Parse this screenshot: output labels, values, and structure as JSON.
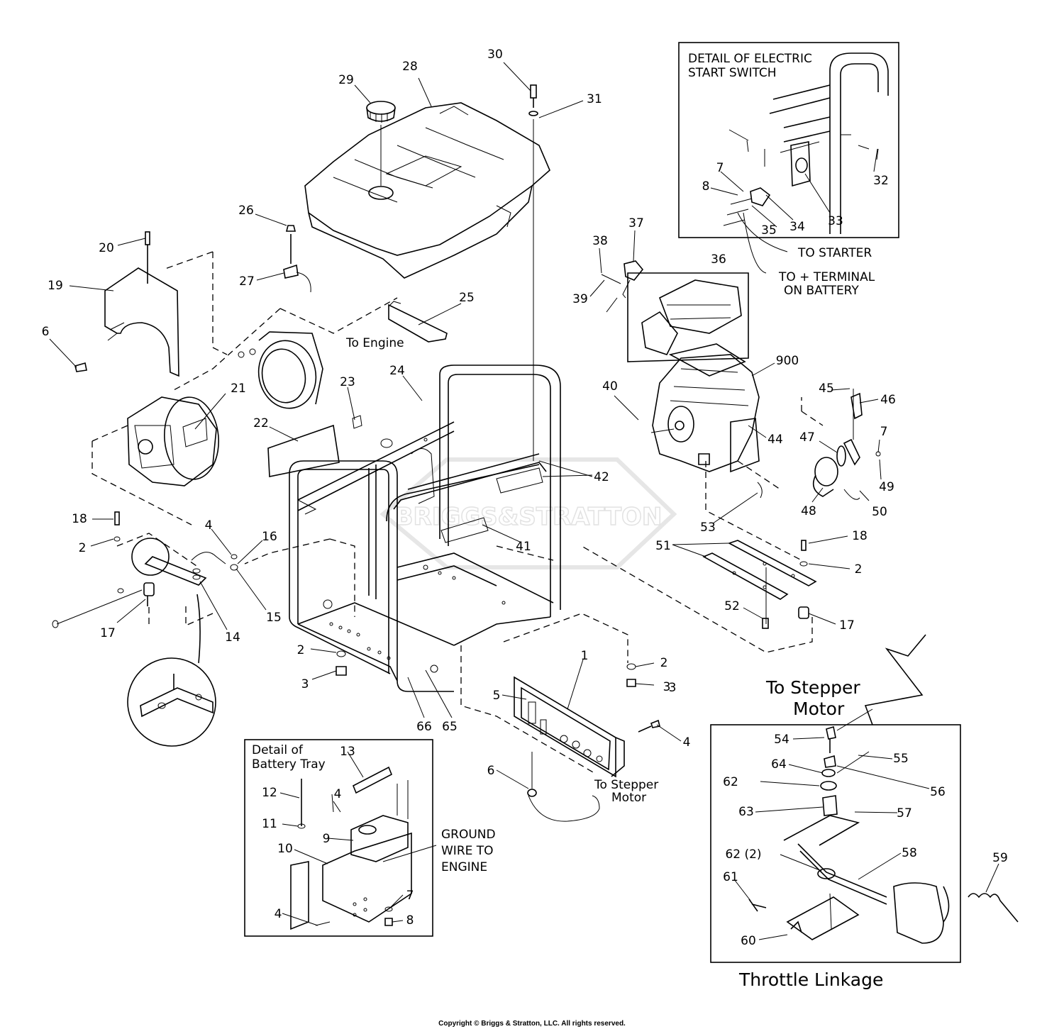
{
  "diagram": {
    "copyright": "Copyright © Briggs & Stratton, LLC. All rights reserved.",
    "watermark": "BRIGGS&STRATTON",
    "insets": {
      "electric_start": {
        "title_line1": "DETAIL OF ELECTRIC",
        "title_line2": "START SWITCH"
      },
      "battery_tray": {
        "title_line1": "Detail of",
        "title_line2": "Battery Tray"
      },
      "throttle": {
        "title": "Throttle Linkage"
      }
    },
    "callouts": {
      "to_engine": "To Engine",
      "to_starter": "TO STARTER",
      "to_terminal_line1": "TO + TERMINAL",
      "to_terminal_line2": "ON BATTERY",
      "to_stepper_small_line1": "To Stepper",
      "to_stepper_small_line2": "Motor",
      "to_stepper_big_line1": "To Stepper",
      "to_stepper_big_line2": "Motor",
      "ground_line1": "GROUND",
      "ground_line2": "WIRE TO",
      "ground_line3": "ENGINE"
    },
    "parts": [
      {
        "id": "p30",
        "label": "30"
      },
      {
        "id": "p31",
        "label": "31"
      },
      {
        "id": "p28",
        "label": "28"
      },
      {
        "id": "p29",
        "label": "29"
      },
      {
        "id": "p26",
        "label": "26"
      },
      {
        "id": "p27",
        "label": "27"
      },
      {
        "id": "p20",
        "label": "20"
      },
      {
        "id": "p19",
        "label": "19"
      },
      {
        "id": "p6a",
        "label": "6"
      },
      {
        "id": "p25",
        "label": "25"
      },
      {
        "id": "p24",
        "label": "24"
      },
      {
        "id": "p23",
        "label": "23"
      },
      {
        "id": "p22",
        "label": "22"
      },
      {
        "id": "p21",
        "label": "21"
      },
      {
        "id": "p18a",
        "label": "18"
      },
      {
        "id": "p2a",
        "label": "2"
      },
      {
        "id": "p4a",
        "label": "4"
      },
      {
        "id": "p16",
        "label": "16"
      },
      {
        "id": "p15",
        "label": "15"
      },
      {
        "id": "p14",
        "label": "14"
      },
      {
        "id": "p17a",
        "label": "17"
      },
      {
        "id": "p2b",
        "label": "2"
      },
      {
        "id": "p3a",
        "label": "3"
      },
      {
        "id": "p66",
        "label": "66"
      },
      {
        "id": "p65",
        "label": "65"
      },
      {
        "id": "p41",
        "label": "41"
      },
      {
        "id": "p42",
        "label": "42"
      },
      {
        "id": "p3b",
        "label": "3"
      },
      {
        "id": "p32",
        "label": "32"
      },
      {
        "id": "p7a",
        "label": "7"
      },
      {
        "id": "p8a",
        "label": "8"
      },
      {
        "id": "p34",
        "label": "34"
      },
      {
        "id": "p33",
        "label": "33"
      },
      {
        "id": "p35",
        "label": "35"
      },
      {
        "id": "p36",
        "label": "36"
      },
      {
        "id": "p37",
        "label": "37"
      },
      {
        "id": "p38",
        "label": "38"
      },
      {
        "id": "p39",
        "label": "39"
      },
      {
        "id": "p900",
        "label": "900"
      },
      {
        "id": "p40",
        "label": "40"
      },
      {
        "id": "p44",
        "label": "44"
      },
      {
        "id": "p45",
        "label": "45"
      },
      {
        "id": "p46",
        "label": "46"
      },
      {
        "id": "p47",
        "label": "47"
      },
      {
        "id": "p7b",
        "label": "7"
      },
      {
        "id": "p49",
        "label": "49"
      },
      {
        "id": "p48",
        "label": "48"
      },
      {
        "id": "p50",
        "label": "50"
      },
      {
        "id": "p53",
        "label": "53"
      },
      {
        "id": "p51",
        "label": "51"
      },
      {
        "id": "p18b",
        "label": "18"
      },
      {
        "id": "p2c",
        "label": "2"
      },
      {
        "id": "p52",
        "label": "52"
      },
      {
        "id": "p17b",
        "label": "17"
      },
      {
        "id": "p2d",
        "label": "2"
      },
      {
        "id": "p3c",
        "label": "3"
      },
      {
        "id": "p1",
        "label": "1"
      },
      {
        "id": "p5",
        "label": "5"
      },
      {
        "id": "p4b",
        "label": "4"
      },
      {
        "id": "p6b",
        "label": "6"
      },
      {
        "id": "p13",
        "label": "13"
      },
      {
        "id": "p12",
        "label": "12"
      },
      {
        "id": "p4c",
        "label": "4"
      },
      {
        "id": "p11",
        "label": "11"
      },
      {
        "id": "p9",
        "label": "9"
      },
      {
        "id": "p10",
        "label": "10"
      },
      {
        "id": "p7c",
        "label": "7"
      },
      {
        "id": "p8b",
        "label": "8"
      },
      {
        "id": "p4d",
        "label": "4"
      },
      {
        "id": "p54",
        "label": "54"
      },
      {
        "id": "p55",
        "label": "55"
      },
      {
        "id": "p64",
        "label": "64"
      },
      {
        "id": "p56",
        "label": "56"
      },
      {
        "id": "p62a",
        "label": "62"
      },
      {
        "id": "p63",
        "label": "63"
      },
      {
        "id": "p57",
        "label": "57"
      },
      {
        "id": "p62b",
        "label": "62 (2)"
      },
      {
        "id": "p58",
        "label": "58"
      },
      {
        "id": "p59",
        "label": "59"
      },
      {
        "id": "p61",
        "label": "61"
      },
      {
        "id": "p60",
        "label": "60"
      }
    ]
  }
}
